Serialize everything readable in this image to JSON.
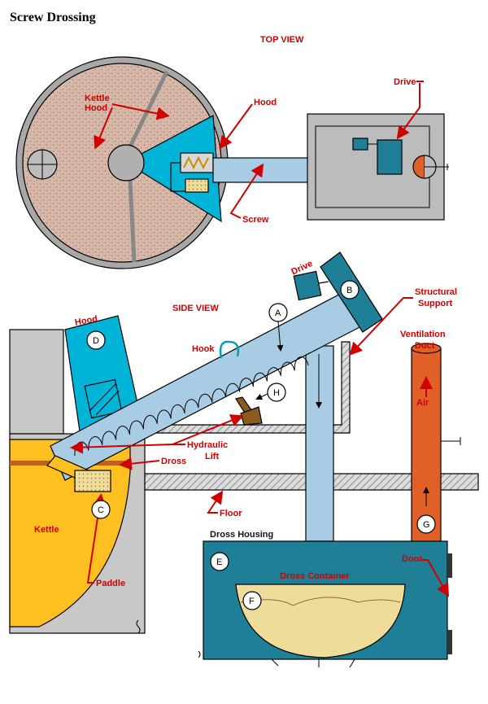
{
  "title": "Screw Drossing",
  "views": {
    "top": "TOP VIEW",
    "side": "SIDE VIEW"
  },
  "top_labels": {
    "kettle_hood": [
      "Kettle",
      "Hood"
    ],
    "hood": "Hood",
    "drive": "Drive",
    "screw": "Screw"
  },
  "side_labels": {
    "drive": "Drive",
    "structural_support": [
      "Structural",
      "Support"
    ],
    "hood": "Hood",
    "hook": "Hook",
    "ventilation_duct": [
      "Ventilation",
      "Duct"
    ],
    "air": "Air",
    "hydraulic_lift": [
      "Hydraulic",
      "Lift"
    ],
    "dross": "Dross",
    "floor": "Floor",
    "kettle": "Kettle",
    "paddle": "Paddle",
    "dross_housing": "Dross Housing",
    "door": "Door",
    "dross_container": "Dross Container"
  },
  "markers": [
    "A",
    "B",
    "C",
    "D",
    "E",
    "F",
    "G",
    "H"
  ],
  "colors": {
    "speckle": "#d8b8a8",
    "cyan": "#00b4d8",
    "screw": "#a8cce4",
    "teal": "#1e7f96",
    "drive_box": "#bcbcbc",
    "kettle": "#ffc020",
    "hatch": "#999999",
    "dross_fill": "#f0dc9a",
    "duct": "#e06028",
    "label": "#d00000"
  }
}
